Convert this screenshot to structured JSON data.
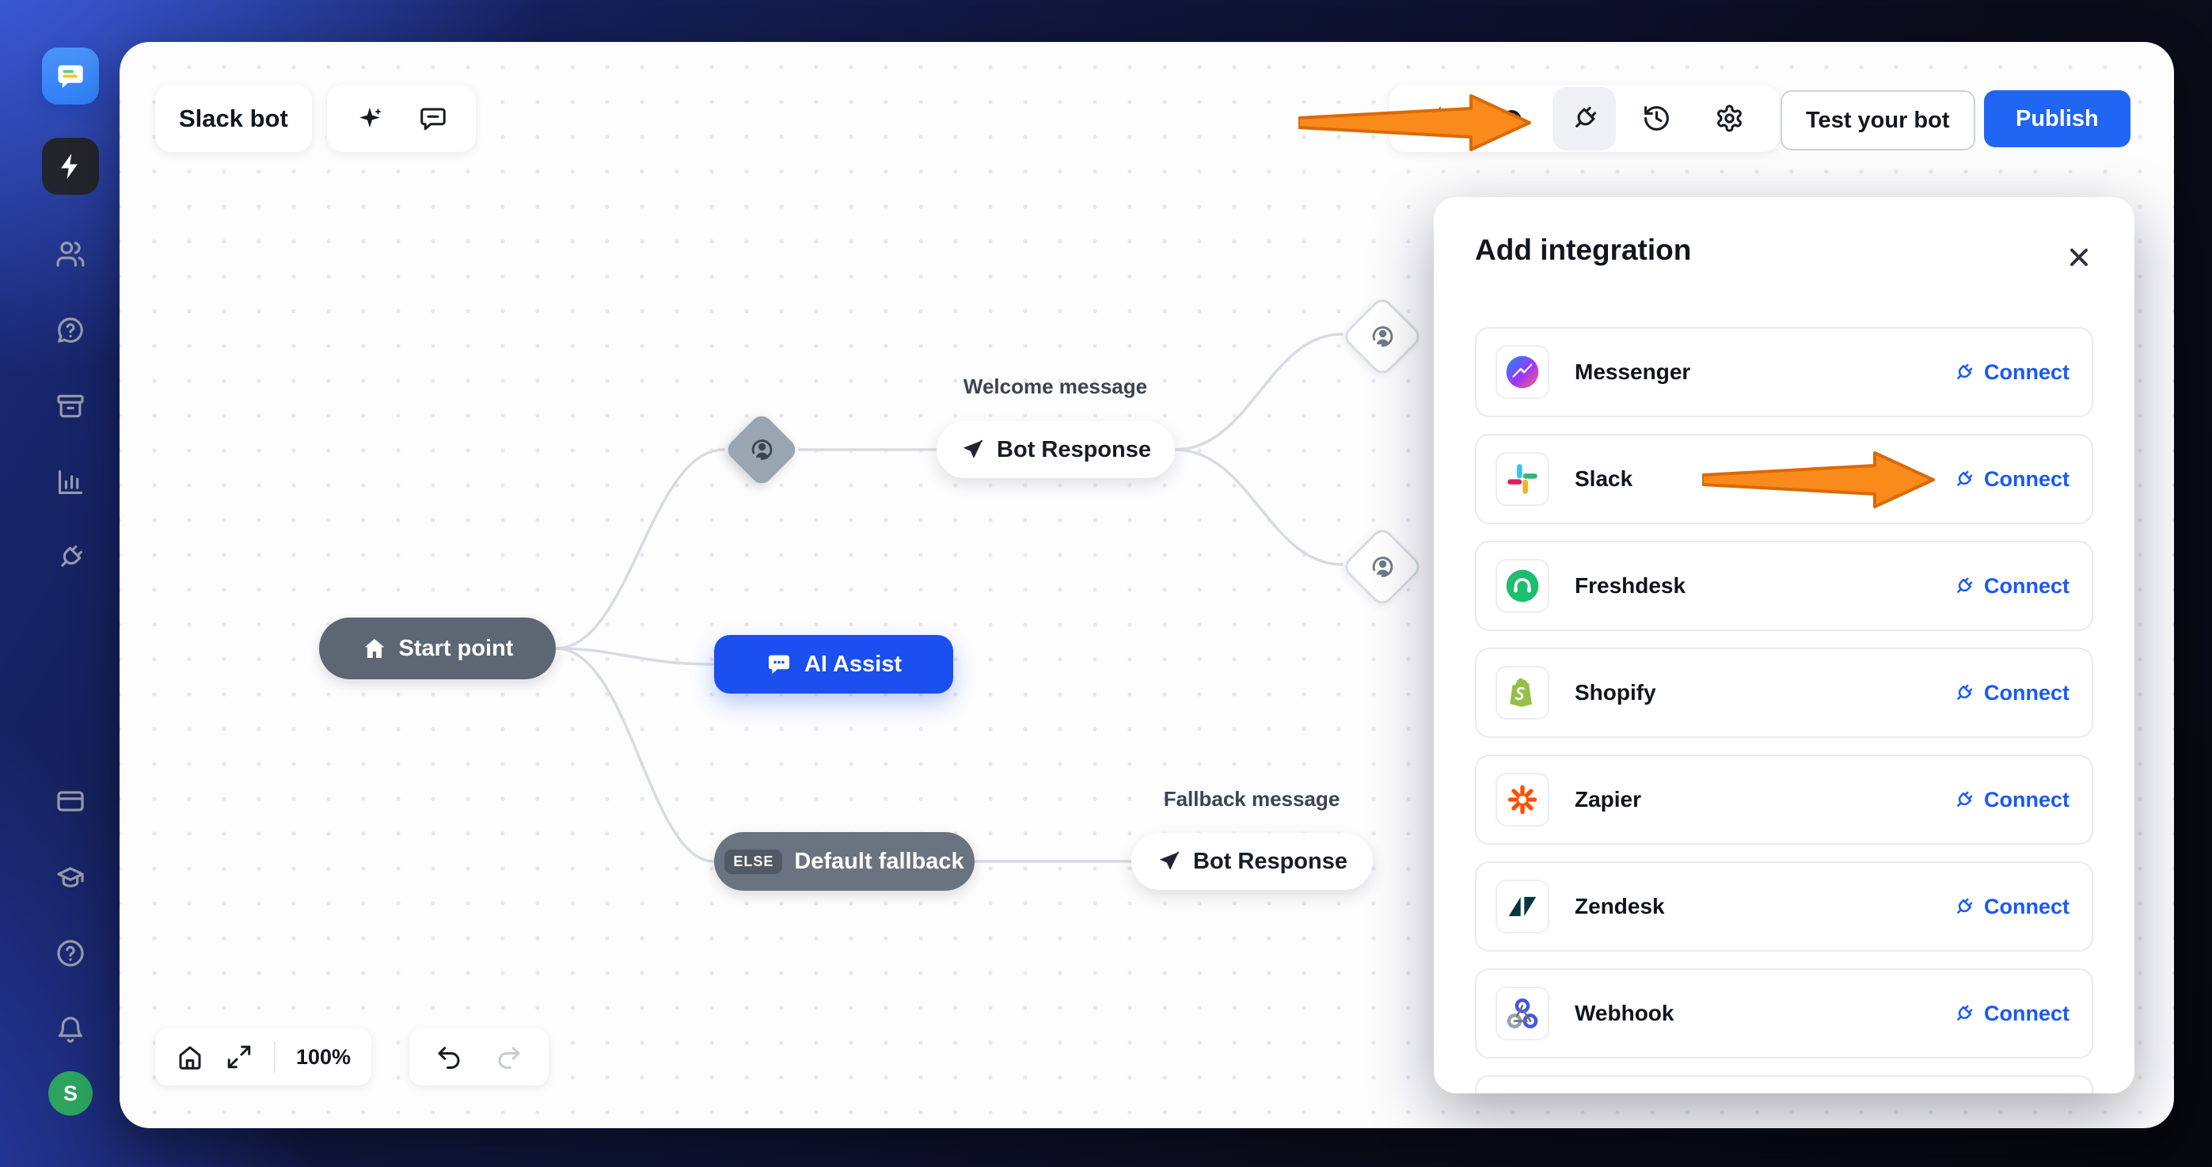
{
  "header": {
    "bot_title": "Slack bot",
    "test_button_label": "Test your bot",
    "publish_button_label": "Publish",
    "toolbar_icons": [
      "bolt-icon",
      "obscured-icon",
      "integrations-plug-icon",
      "history-icon",
      "settings-gear-icon"
    ],
    "title_pill_icons": [
      "sparkles-icon",
      "chat-bubble-icon"
    ]
  },
  "sidebar": {
    "icons": [
      "chatbot-logo",
      "bolt-icon",
      "users-icon",
      "chat-question-icon",
      "archive-icon",
      "chart-icon",
      "plug-icon",
      "billing-card-icon",
      "academy-cap-icon",
      "help-icon",
      "notifications-bell-icon"
    ],
    "avatar_initial": "S"
  },
  "canvas": {
    "zoom_level": "100%",
    "flow": {
      "start_label": "Start point",
      "welcome_message_label": "Welcome message",
      "bot_response_1_label": "Bot Response",
      "ai_assist_label": "AI Assist",
      "else_badge": "ELSE",
      "default_fallback_label": "Default fallback",
      "fallback_message_label": "Fallback message",
      "bot_response_2_label": "Bot Response"
    }
  },
  "panel": {
    "title": "Add integration",
    "items": [
      {
        "name": "Messenger",
        "icon": "messenger-icon",
        "action": "Connect"
      },
      {
        "name": "Slack",
        "icon": "slack-icon",
        "action": "Connect"
      },
      {
        "name": "Freshdesk",
        "icon": "freshdesk-icon",
        "action": "Connect"
      },
      {
        "name": "Shopify",
        "icon": "shopify-icon",
        "action": "Connect"
      },
      {
        "name": "Zapier",
        "icon": "zapier-icon",
        "action": "Connect"
      },
      {
        "name": "Zendesk",
        "icon": "zendesk-icon",
        "action": "Connect"
      },
      {
        "name": "Webhook",
        "icon": "webhook-icon",
        "action": "Connect"
      }
    ]
  },
  "colors": {
    "publish_blue": "#2066f2",
    "connect_blue": "#1a5af0",
    "ai_blue": "#1b4ff0",
    "node_slate": "#5d6673",
    "node_gray": "#6a7380",
    "edge_gray": "#d7dbe1",
    "arrow_orange": "#fb8a1c",
    "arrow_orange_dark": "#d96a07",
    "logo_blue": "#2f80f7",
    "avatar_green": "#2da35f",
    "canvas_bg": "#fdfdfe"
  }
}
